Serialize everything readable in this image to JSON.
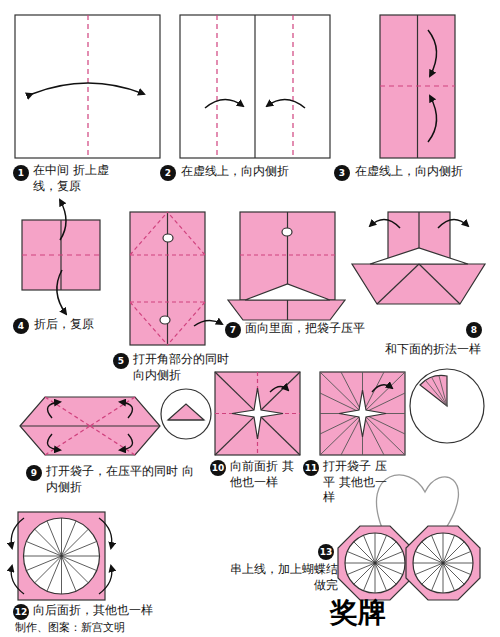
{
  "diagram": {
    "title": "奖牌",
    "labels": [
      "1",
      "在中间 折上虚线，复原",
      "2",
      "在虚线上，向内侧折",
      "3",
      "在虚线上，向内侧折",
      "4",
      "折后，复原",
      "5",
      "打开角部分的同时 向内侧折",
      "7",
      "面向里面，把袋子压平",
      "8",
      "和下面的折法一样",
      "9",
      "打开袋子，在压平的同时 向内侧折",
      "10",
      "向前面折 其他也一样",
      "11",
      "打开袋子 压平 其他也一样",
      "12",
      "向后面折，其他也一样",
      "13",
      "串上线，加上蝴蝶结 做完",
      "制作、图案：新宫文明"
    ]
  }
}
